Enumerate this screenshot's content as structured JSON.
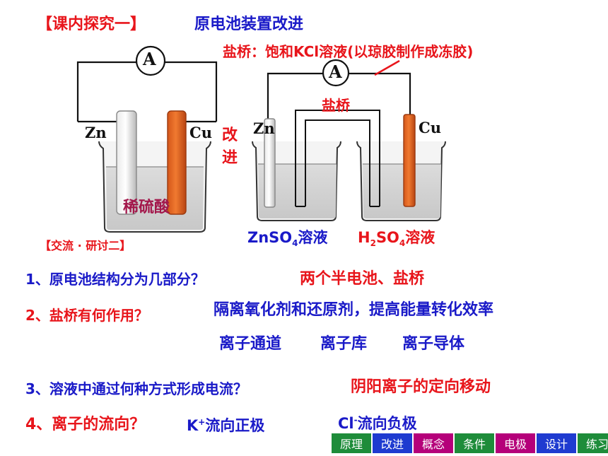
{
  "heading": {
    "bracket": "【课内探究一】",
    "title": "原电池装置改进"
  },
  "salt_bridge_note": "盐桥：饱和KCl溶液(以琼胶制作成冻胶)",
  "left_cell": {
    "meter": "A",
    "anode": "Zn",
    "cathode": "Cu",
    "solution": "稀硫酸"
  },
  "improve_label": [
    "改",
    "进"
  ],
  "right_cell": {
    "meter": "A",
    "bridge_label": "盐桥",
    "anode": "Zn",
    "cathode": "Cu",
    "left_solution": {
      "base": "ZnSO",
      "sub": "4",
      "tail": "溶液"
    },
    "right_solution": {
      "h": "H",
      "sub1": "2",
      "so": "SO",
      "sub2": "4",
      "tail": "溶液"
    }
  },
  "discussion_title": "【交流 · 研讨二】",
  "qa": [
    {
      "q": "1、原电池结构分为几部分？",
      "a": [
        "两个半电池、盐桥"
      ]
    },
    {
      "q": "2、盐桥有何作用？",
      "a": [
        "隔离氧化剂和还原剂，提高能量转化效率",
        "离子通道",
        "离子库",
        "离子导体"
      ]
    },
    {
      "q": "3、溶液中通过何种方式形成电流？",
      "a": [
        "阴阳离子的定向移动"
      ]
    },
    {
      "q": "4、离子的流向？",
      "a_k": {
        "ion": "K",
        "sup": "+",
        "tail": "流向正极"
      },
      "a_cl": {
        "ion": "Cl",
        "sup": "-",
        "tail": "流向负极"
      }
    }
  ],
  "nav": [
    {
      "label": "原理",
      "color": "#1e8c3a"
    },
    {
      "label": "改进",
      "color": "#1f3bd0"
    },
    {
      "label": "概念",
      "color": "#b5007a"
    },
    {
      "label": "条件",
      "color": "#1e8c3a"
    },
    {
      "label": "电极",
      "color": "#b5007a"
    },
    {
      "label": "设计",
      "color": "#1f3bd0"
    },
    {
      "label": "练习",
      "color": "#1e8c3a"
    }
  ]
}
